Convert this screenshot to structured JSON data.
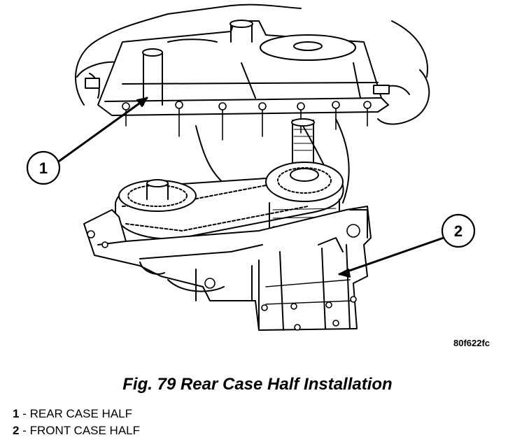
{
  "figure": {
    "caption": "Fig. 79 Rear Case Half Installation",
    "reference_code": "80f622fc",
    "callouts": [
      {
        "number": "1",
        "label": "REAR CASE HALF"
      },
      {
        "number": "2",
        "label": "FRONT CASE HALF"
      }
    ],
    "separator": " - "
  }
}
